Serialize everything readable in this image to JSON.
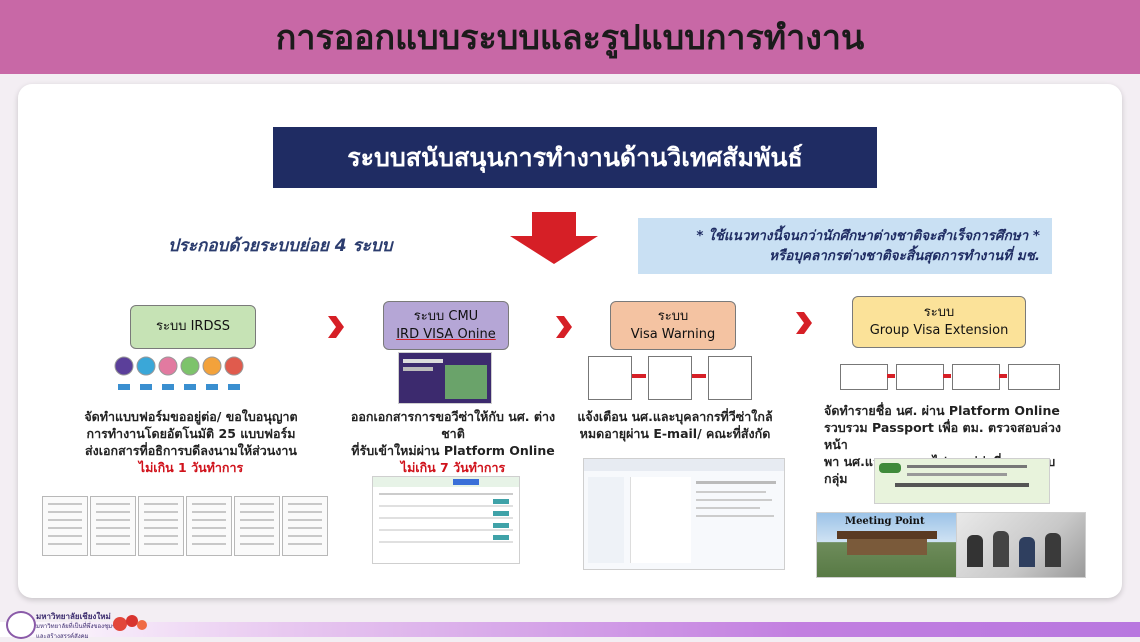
{
  "title": "การออกแบบระบบและรูปแบบการทำงาน",
  "banner": "ระบบสนับสนุนการทำงานด้านวิเทศสัมพันธ์",
  "subtitle": "ประกอบด้วยระบบย่อย 4 ระบบ",
  "note": {
    "line1": "* ใช้แนวทางนี้จนกว่านักศึกษาต่างชาติจะสำเร็จการศึกษา *",
    "line2": "หรือบุคลากรต่างชาติจะสิ้นสุดการทำงานที่ มช."
  },
  "systems": [
    {
      "label1": "ระบบ IRDSS",
      "label2": "",
      "color": "#c6e3b5",
      "desc": [
        "จัดทำแบบฟอร์มขออยู่ต่อ/ ขอใบอนุญาต",
        "การทำงานโดยอัตโนมัติ 25 แบบฟอร์ม",
        "ส่งเอกสารที่อธิการบดีลงนามให้ส่วนงาน"
      ],
      "time": "ไม่เกิน 1 วันทำการ"
    },
    {
      "label1": "ระบบ CMU",
      "label2": "IRD VISA  Onine",
      "color": "#b5a6d6",
      "desc": [
        "ออกเอกสารการขอวีซ่าให้กับ นศ. ต่างชาติ",
        "ที่รับเข้าใหม่ผ่าน Platform Online"
      ],
      "time": "ไม่เกิน 7 วันทำการ"
    },
    {
      "label1": "ระบบ",
      "label2": "Visa Warning",
      "color": "#f4c3a2",
      "desc": [
        "แจ้งเตือน นศ.และบุคลากรที่วีซ่าใกล้",
        "หมดอายุผ่าน E-mail/ คณะที่สังกัด"
      ],
      "time": ""
    },
    {
      "label1": "ระบบ",
      "label2": "Group Visa Extension",
      "color": "#fbe299",
      "desc": [
        "จัดทำรายชื่อ นศ. ผ่าน Platform Online",
        "รวบรวม Passport เพื่อ ตม. ตรวจสอบล่วงหน้า",
        "พา นศ.และบุคลากรไปขออยู่ต่อที่ ตม. แบบกลุ่ม"
      ],
      "time": ""
    }
  ],
  "photo_caption": "Meeting Point",
  "footer": {
    "logo_text1": "มหาวิทยาลัยเชียงใหม่",
    "logo_text2": "มหาวิทยาลัยที่เป็นที่พึ่งของชุมชน",
    "logo_text3": "และสร้างสรรค์สังคม"
  },
  "colors": {
    "header": "#c868a6",
    "banner": "#1f2c63",
    "arrow": "#d61f26",
    "chevron": "#d61f26",
    "note_bg": "#c9e0f3"
  }
}
